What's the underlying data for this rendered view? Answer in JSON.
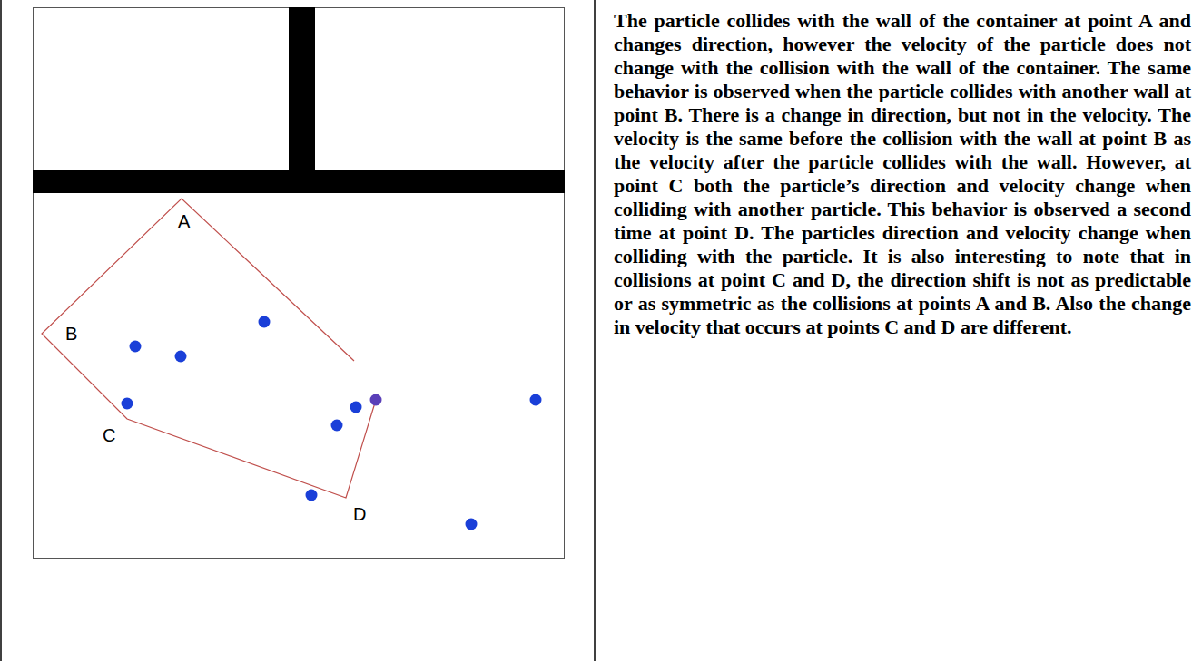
{
  "diagram": {
    "labels": [
      "A",
      "B",
      "C",
      "D",
      "The particle collides with the wall of the container at point A and changes direction, however the velocity of the particle does not change with the collision with the wall of the container. The same behavior is observed when the particle collides with another wall at point B. There is a change in direction, but not in the velocity. The velocity is the same before the collision with the wall at point B as the velocity after the particle collides with the wall. However, at point C both the particle’s direction and velocity change when colliding with another particle. This behavior is observed a second time at point D. The particles direction and velocity change when colliding with the particle. It is also interesting to note that in collisions at point C and D, the direction shift is not as predictable or as symmetric as the collisions at points A and B. Also the change in velocity that occurs at points C and D are different."
    ]
  }
}
